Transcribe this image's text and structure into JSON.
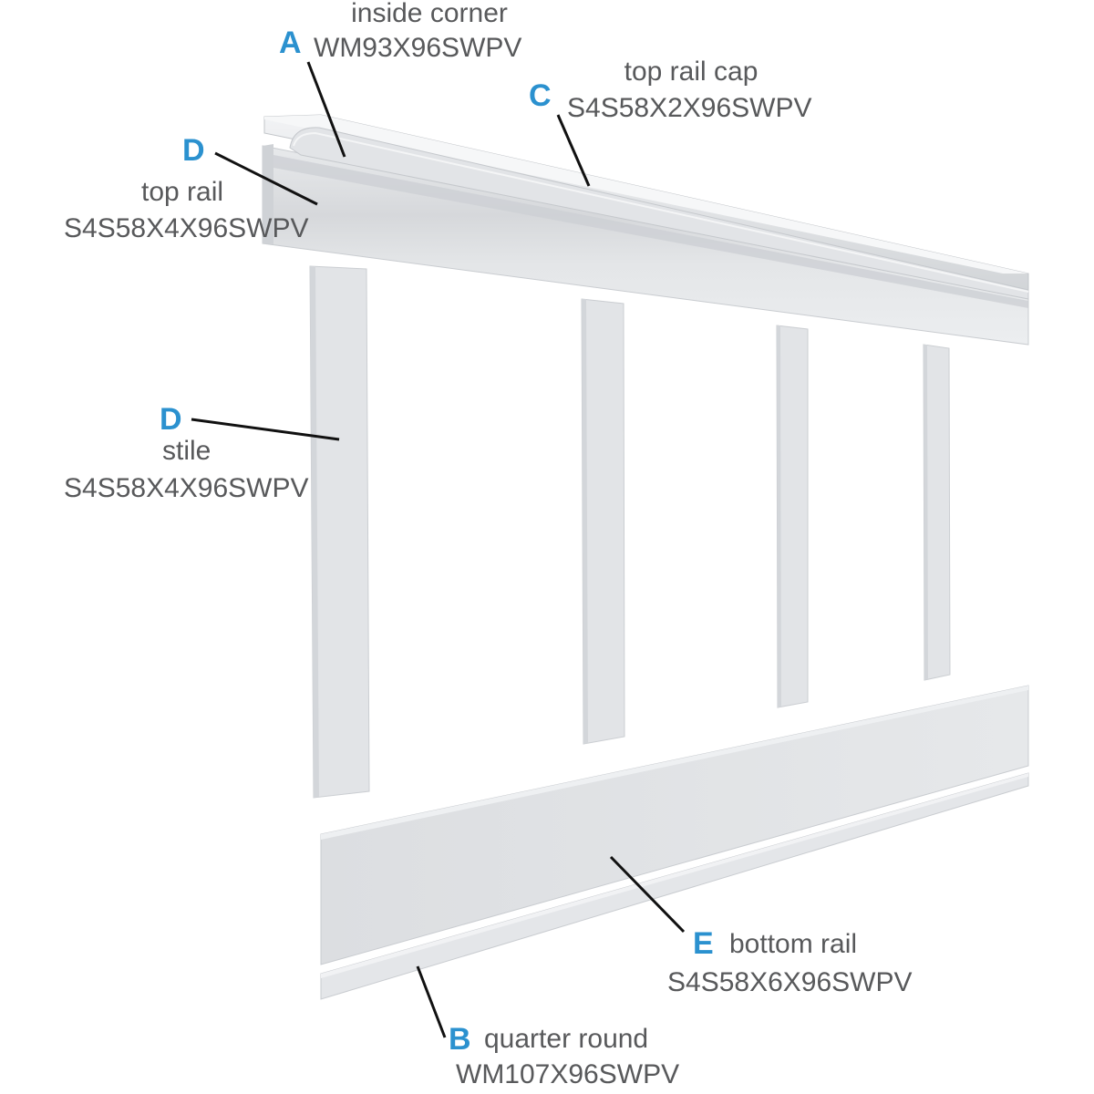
{
  "colors": {
    "letter": "#2b91cf",
    "text": "#58595b",
    "leader": "#111111",
    "board": "#dfe1e4",
    "board_edge": "#c3c6ca",
    "board_light": "#eef0f2"
  },
  "parts": {
    "inside_corner": {
      "letter": "A",
      "name": "inside corner",
      "code": "WM93X96SWPV"
    },
    "top_rail_cap": {
      "letter": "C",
      "name": "top rail cap",
      "code": "S4S58X2X96SWPV"
    },
    "top_rail": {
      "letter": "D",
      "name": "top rail",
      "code": "S4S58X4X96SWPV"
    },
    "stile": {
      "letter": "D",
      "name": "stile",
      "code": "S4S58X4X96SWPV"
    },
    "bottom_rail": {
      "letter": "E",
      "name": "bottom rail",
      "code": "S4S58X6X96SWPV"
    },
    "quarter_round": {
      "letter": "B",
      "name": "quarter round",
      "code": "WM107X96SWPV"
    }
  }
}
